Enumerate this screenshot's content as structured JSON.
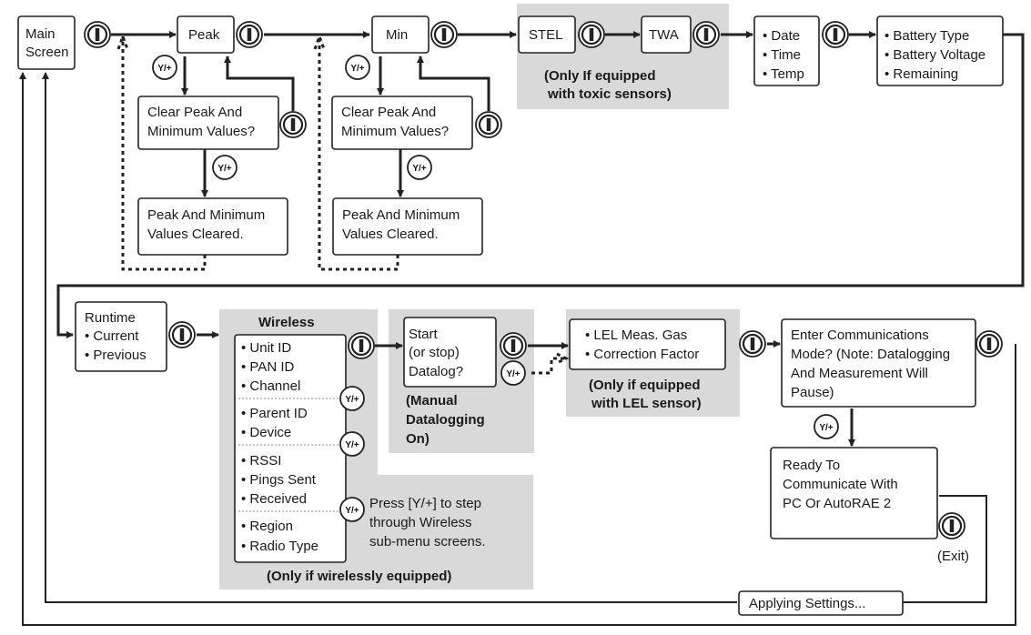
{
  "nodes": {
    "main_screen": [
      "Main",
      "Screen"
    ],
    "peak": "Peak",
    "min": "Min",
    "stel": "STEL",
    "twa": "TWA",
    "date_time_temp": [
      "• Date",
      "• Time",
      "• Temp"
    ],
    "battery": [
      "• Battery Type",
      "• Battery Voltage",
      "• Remaining"
    ],
    "clear_peak_1": [
      "Clear Peak And",
      "Minimum Values?"
    ],
    "cleared_1": [
      "Peak And Minimum",
      "Values Cleared."
    ],
    "clear_peak_2": [
      "Clear Peak And",
      "Minimum Values?"
    ],
    "cleared_2": [
      "Peak And Minimum",
      "Values Cleared."
    ],
    "runtime": [
      "Runtime",
      "• Current",
      "• Previous"
    ],
    "wireless_title": "Wireless",
    "wireless_items": [
      "• Unit ID",
      "• PAN ID",
      "• Channel",
      "• Parent ID",
      "• Device",
      "• RSSI",
      "• Pings Sent",
      "• Received",
      "• Region",
      "• Radio Type"
    ],
    "datalog": [
      "Start",
      "(or stop)",
      "Datalog?"
    ],
    "lel": [
      "• LEL Meas. Gas",
      "• Correction Factor"
    ],
    "enter_comm": [
      "Enter Communications",
      "Mode? (Note: Datalogging",
      "And Measurement Will",
      "Pause)"
    ],
    "ready": [
      "Ready To",
      "Communicate With",
      "PC Or AutoRAE 2"
    ],
    "applying": "Applying Settings..."
  },
  "notes": {
    "toxic": [
      "(Only If equipped",
      "with toxic sensors)"
    ],
    "manual": [
      "(Manual",
      "Datalogging",
      "On)"
    ],
    "lel": [
      "(Only if equipped",
      "with LEL sensor)"
    ],
    "press": [
      "Press [Y/+] to step",
      "through Wireless",
      "sub-menu screens."
    ],
    "wireless": "(Only if wirelessly equipped)",
    "exit": "(Exit)"
  },
  "buttons": {
    "yes_plus": "Y/+"
  },
  "colors": {
    "shade": "#d9d9d9",
    "ink": "#222222"
  }
}
